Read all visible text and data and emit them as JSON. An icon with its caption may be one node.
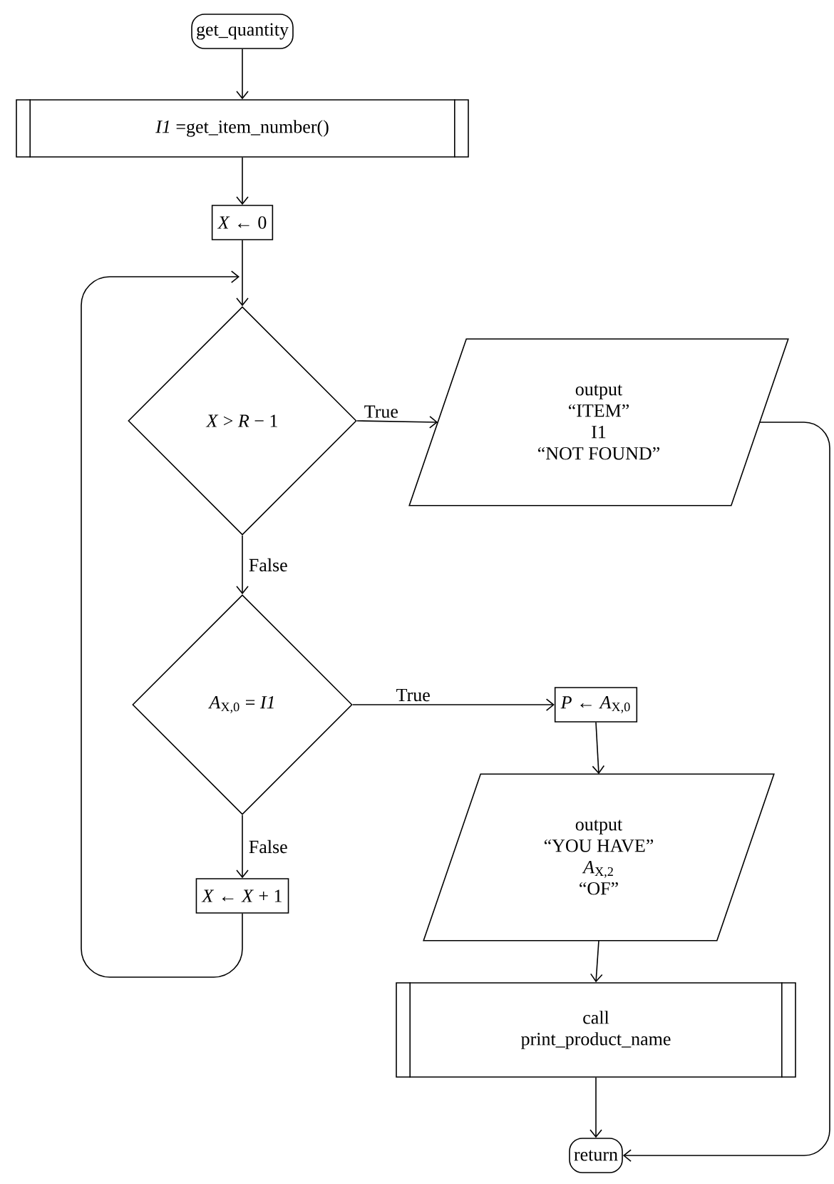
{
  "diagram": {
    "nodes": [
      {
        "text": [
          "get_quantity"
        ]
      },
      {
        "text": [
          "*I1* =get_item_number()"
        ]
      },
      {
        "text": [
          "*X* ← 0"
        ]
      },
      {
        "text": [
          "*X* > *R* − 1"
        ]
      },
      {
        "text": [
          "output",
          "“ITEM”",
          "I1",
          "“NOT FOUND”"
        ]
      },
      {
        "text": [
          "*A*$_{X,0}$ = *I1*"
        ]
      },
      {
        "text": [
          "*P* ← *A*$_{X,0}$"
        ]
      },
      {
        "text": [
          "*X* ← *X* + 1"
        ]
      },
      {
        "text": [
          "output",
          "“YOU HAVE”",
          "*A*$_{X,2}$",
          "“OF”"
        ]
      },
      {
        "text": [
          "call",
          "print_product_name"
        ]
      },
      {
        "text": [
          "return"
        ]
      }
    ],
    "edges": [
      {
        "from": 0,
        "to": 1,
        "arrow": "to"
      },
      {
        "from": 1,
        "to": 2,
        "arrow": "to"
      },
      {
        "from": 2,
        "to": 3,
        "arrow": "to"
      },
      {
        "from": 3,
        "to": 4,
        "arrow": "to",
        "label": "True"
      },
      {
        "from": 3,
        "to": 5,
        "arrow": "to",
        "label": "False"
      },
      {
        "from": 5,
        "to": 6,
        "arrow": "to",
        "label": "True"
      },
      {
        "from": 5,
        "to": 7,
        "arrow": "to",
        "label": "False"
      },
      {
        "from": 7,
        "to": 3,
        "arrow": "to"
      },
      {
        "from": 6,
        "to": 8,
        "arrow": "to"
      },
      {
        "from": 8,
        "to": 9,
        "arrow": "to"
      },
      {
        "from": 9,
        "to": 10,
        "arrow": "to"
      },
      {
        "from": 4,
        "to": 10,
        "arrow": "to"
      }
    ]
  }
}
